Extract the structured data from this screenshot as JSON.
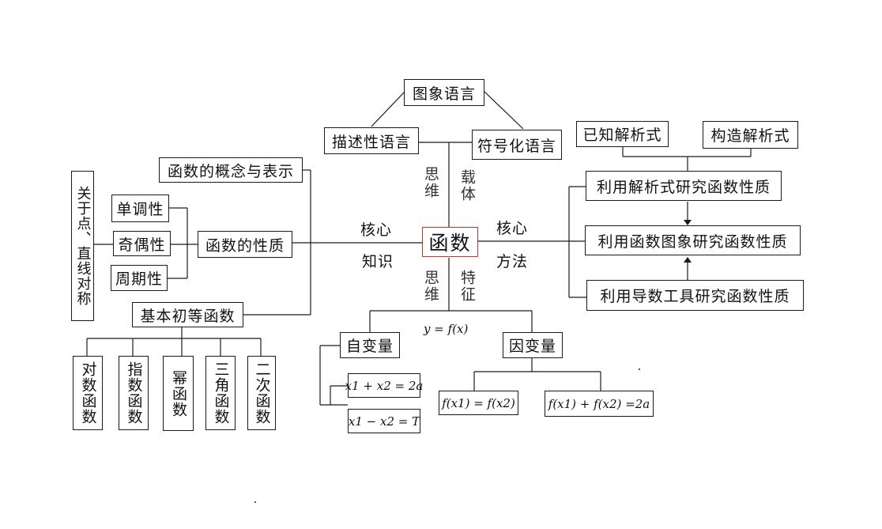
{
  "center": "函数",
  "top": {
    "image_language": "图象语言",
    "descriptive_language": "描述性语言",
    "symbolic_language": "符号化语言",
    "thinking_label": "思维",
    "carrier_label": "载体"
  },
  "left": {
    "core_knowledge": [
      "核心",
      "知识"
    ],
    "concept": "函数的概念与表示",
    "properties": "函数的性质",
    "monotonicity": "单调性",
    "parity": "奇偶性",
    "periodicity": "周期性",
    "symmetry": "关于点、直线对称",
    "elementary": "基本初等函数",
    "elementary_types": [
      "对数函数",
      "指数函数",
      "幂函数",
      "三角函数",
      "二次函数"
    ]
  },
  "right": {
    "core_method": [
      "核心",
      "方法"
    ],
    "known_formula": "已知解析式",
    "construct_formula": "构造解析式",
    "by_formula": "利用解析式研究函数性质",
    "by_graph": "利用函数图象研究函数性质",
    "by_derivative": "利用导数工具研究函数性质"
  },
  "bottom": {
    "thinking_label": "思维",
    "feature_label": "特征",
    "relation": "y = f(x)",
    "independent": "自变量",
    "dependent": "因变量",
    "sum_eq": "x1 + x2 = 2a",
    "diff_eq": "x1 − x2 = T",
    "fx_eq": "f(x1) = f(x2)",
    "fx_sum": "f(x1) + f(x2) =2a"
  }
}
